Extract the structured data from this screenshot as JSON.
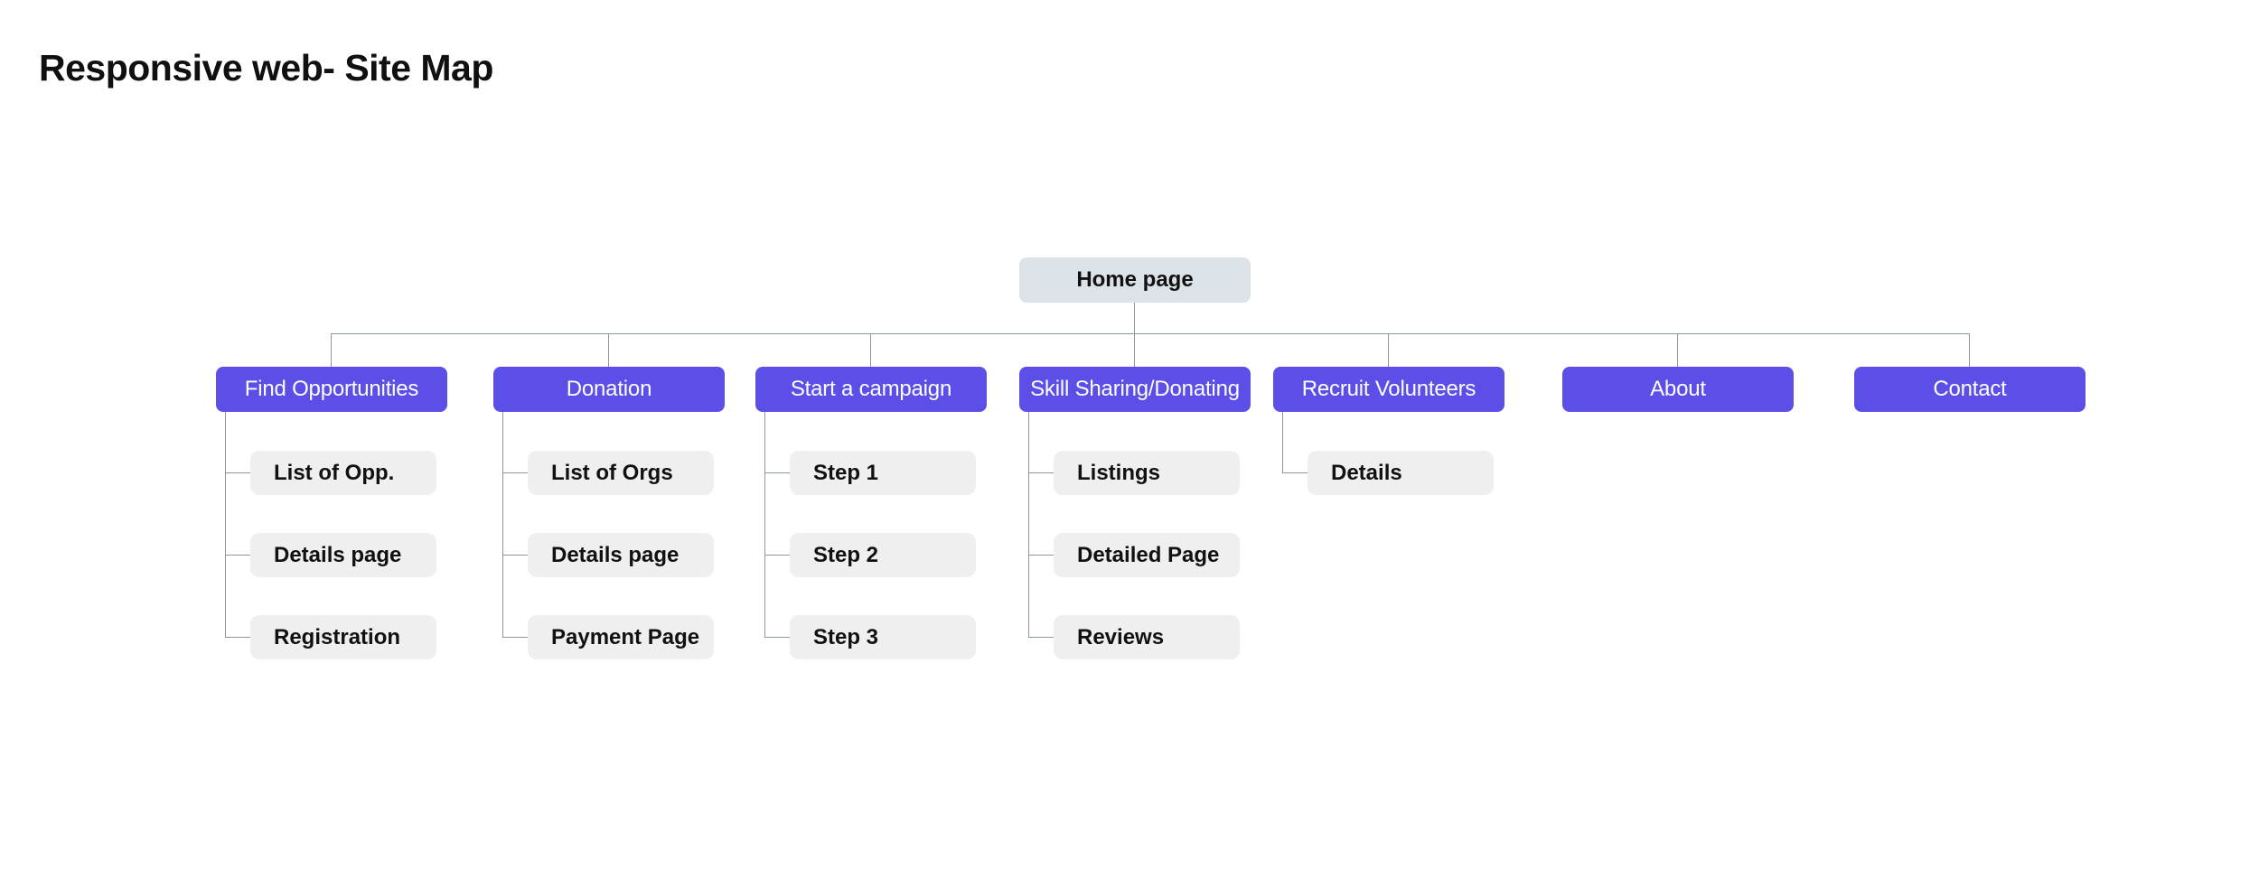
{
  "page": {
    "title": "Responsive web- Site Map"
  },
  "sitemap": {
    "root": {
      "label": "Home page"
    },
    "sections": [
      {
        "label": "Find Opportunities",
        "children": [
          "List of Opp.",
          "Details page",
          "Registration"
        ]
      },
      {
        "label": "Donation",
        "children": [
          "List of Orgs",
          "Details page",
          "Payment Page"
        ]
      },
      {
        "label": "Start a campaign",
        "children": [
          "Step 1",
          "Step 2",
          "Step 3"
        ]
      },
      {
        "label": "Skill Sharing/Donating",
        "children": [
          "Listings",
          "Detailed Page",
          "Reviews"
        ]
      },
      {
        "label": "Recruit Volunteers",
        "children": [
          "Details"
        ]
      },
      {
        "label": "About",
        "children": []
      },
      {
        "label": "Contact",
        "children": []
      }
    ],
    "colors": {
      "section_bg": "#5B4FE8",
      "root_bg": "#DBE2E8",
      "child_bg": "#EFEFEF",
      "line": "#8D979E"
    }
  }
}
